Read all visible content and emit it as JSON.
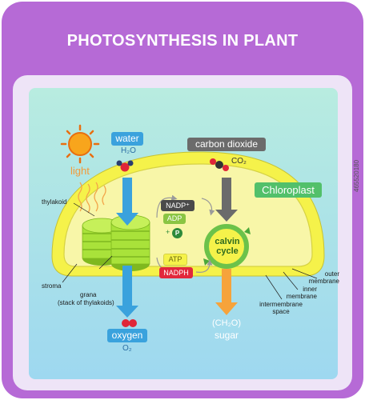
{
  "title": "PHOTOSYNTHESIS IN PLANT",
  "labels": {
    "light": "light",
    "water": "water",
    "water_formula": "H₂O",
    "carbon_dioxide": "carbon dioxide",
    "co2_formula": "CO₂",
    "chloroplast": "Chloroplast",
    "nadp": "NADP⁺",
    "adp": "ADP",
    "p": "P",
    "atp": "ATP",
    "nadph": "NADPH",
    "calvin_cycle": "calvin cycle",
    "thylakoid": "thylakoid",
    "stroma": "stroma",
    "grana": "grana",
    "grana_note": "(stack of thylakoids)",
    "outer_membrane": "outer membrane",
    "inner_membrane": "inner membrane",
    "intermembrane_space": "intermembrane space",
    "oxygen": "oxygen",
    "oxygen_formula": "O₂",
    "sugar_formula": "(CH₂O)",
    "sugar": "sugar"
  },
  "side_id": "465520180",
  "colors": {
    "frame_purple": "#b66ad6",
    "panel_lavender": "#eee4f7",
    "inner_top": "#b8ece0",
    "inner_bottom": "#9ed8f0",
    "chloroplast_outer": "#f5f24a",
    "chloroplast_inner": "#f8f6a8",
    "grana_green": "#a9e23a",
    "water_blue": "#3aa2dd",
    "co2_gray": "#6b6b6b",
    "chloroplast_label": "#52c06a",
    "nadph_red": "#e2283c",
    "sugar_orange": "#f6a33b"
  }
}
